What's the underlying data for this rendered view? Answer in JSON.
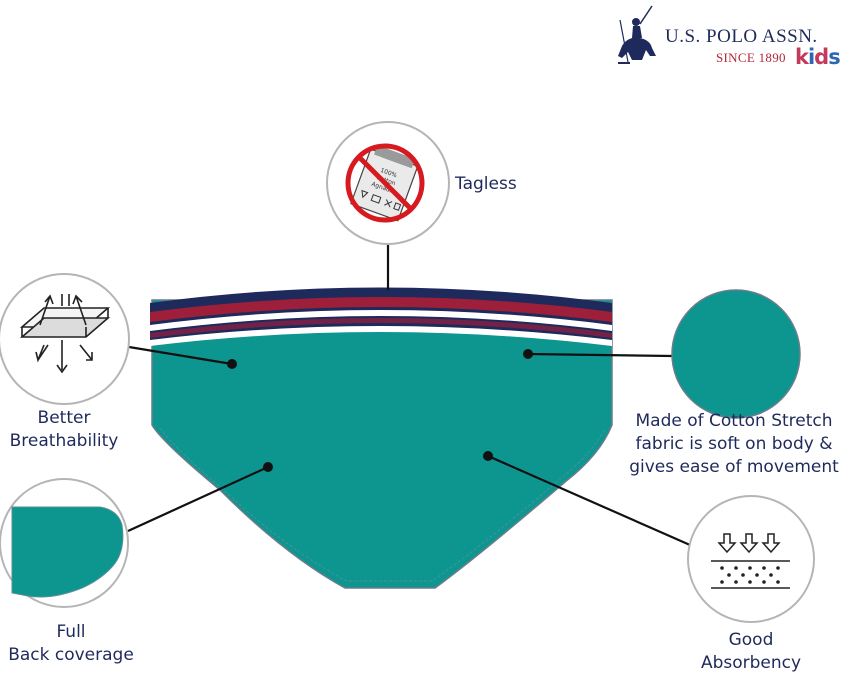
{
  "brand": {
    "name": "U.S. POLO ASSN.",
    "since": "SINCE 1890",
    "kids": [
      "k",
      "i",
      "d",
      "s"
    ]
  },
  "features": {
    "tagless": {
      "label": "Tagless",
      "tag_lines": [
        "100%",
        "Cotton",
        "Agnadia"
      ]
    },
    "breathability": {
      "lines": [
        "Better",
        "Breathability"
      ]
    },
    "cotton_stretch": {
      "lines": [
        "Made of Cotton Stretch",
        "fabric is soft on body &",
        "gives ease of movement"
      ]
    },
    "back_coverage": {
      "lines": [
        "Full",
        "Back coverage"
      ]
    },
    "absorbency": {
      "lines": [
        "Good",
        "Absorbency"
      ]
    }
  },
  "colors": {
    "teal": "#0d9690",
    "navy": "#1f2a5c",
    "red": "#9e1f3a",
    "prohibit": "#d71920"
  }
}
